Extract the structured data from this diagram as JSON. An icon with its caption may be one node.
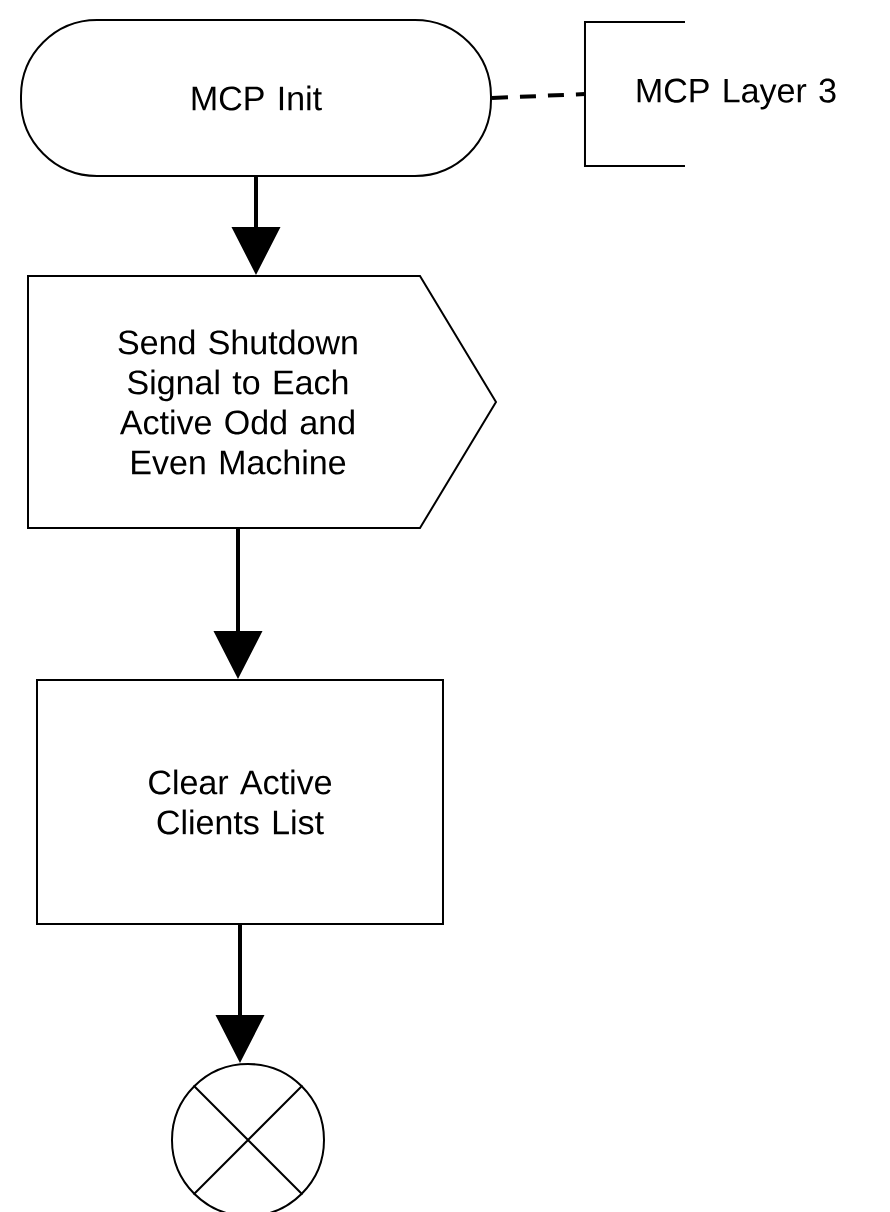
{
  "diagram": {
    "nodes": [
      {
        "text": [
          "MCP Init"
        ]
      },
      {
        "text": [
          "MCP Layer 3"
        ]
      },
      {
        "text": [
          "Send Shutdown Signal to Each Active Odd and Even Machine"
        ]
      },
      {
        "text": [
          "Clear Active Clients List"
        ]
      },
      {
        "text": [],
        "shape": "circle"
      }
    ],
    "edges": [
      {
        "from": 0,
        "to": 1,
        "arrow": "none",
        "style": "dashed"
      },
      {
        "from": 0,
        "to": 2,
        "arrow": "to"
      },
      {
        "from": 2,
        "to": 3,
        "arrow": "to"
      },
      {
        "from": 3,
        "to": 4,
        "arrow": "to"
      }
    ]
  }
}
